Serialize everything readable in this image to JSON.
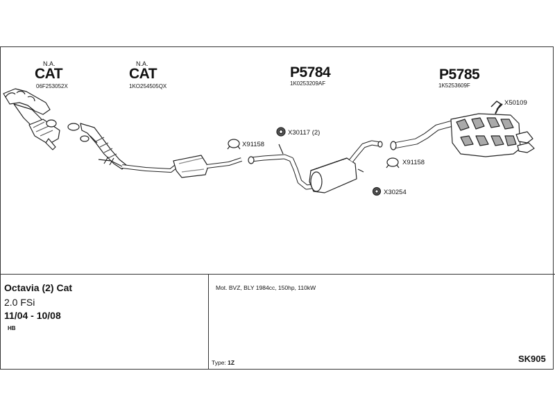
{
  "parts": {
    "cat1": {
      "note": "N.A.",
      "label": "CAT",
      "code": "06F253052X"
    },
    "cat2": {
      "note": "N.A.",
      "label": "CAT",
      "code": "1KO254505QX"
    },
    "middle": {
      "label": "P5784",
      "code": "1K0253209AF"
    },
    "rear": {
      "label": "P5785",
      "code": "1K5253609F"
    }
  },
  "accessories": {
    "x91158a": "X91158",
    "x30117": "X30117 (2)",
    "x91158b": "X91158",
    "x30254": "X30254",
    "x50109": "X50109"
  },
  "info": {
    "model": "Octavia (2) Cat",
    "engine": "2.0 FSi",
    "years": "11/04 - 10/08",
    "body": "HB",
    "motor": "Mot. BVZ, BLY 1984cc, 150hp, 110kW",
    "type_label": "Type:",
    "type_value": "1Z",
    "sk_number": "SK905"
  },
  "colors": {
    "line": "#222222",
    "fill": "#ffffff",
    "shade": "#9a9a9a"
  }
}
